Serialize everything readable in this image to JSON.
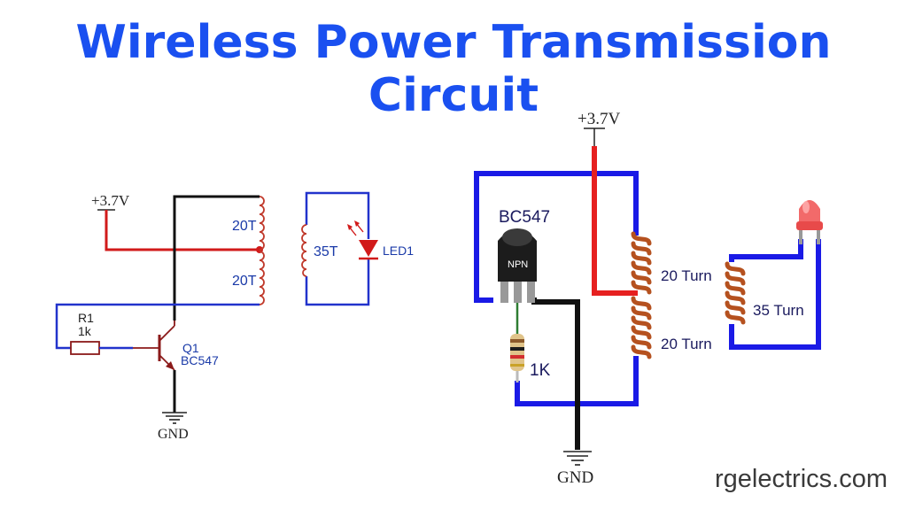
{
  "title": "Wireless Power Transmission Circuit",
  "credit": "rgelectrics.com",
  "schematic": {
    "supply": "+3.7V",
    "ground": "GND",
    "coil_top": "20T",
    "coil_bottom": "20T",
    "coil_receiver": "35T",
    "led": "LED1",
    "resistor_ref": "R1",
    "resistor_value": "1k",
    "transistor_ref": "Q1",
    "transistor_part": "BC547"
  },
  "breadboard": {
    "supply": "+3.7V",
    "ground": "GND",
    "transistor_part": "BC547",
    "transistor_type": "NPN",
    "resistor_value": "1K",
    "coil_top": "20 Turn",
    "coil_bottom": "20 Turn",
    "coil_receiver": "35 Turn"
  },
  "colors": {
    "title": "#1a50f0",
    "wire_blue": "#1a1ae6",
    "wire_red": "#e62020",
    "wire_black": "#111111",
    "copper": "#b5511f",
    "schematic_wire_blue": "#2233cc",
    "schematic_wire_red": "#d11a1a",
    "component": "#8b1a1a"
  }
}
